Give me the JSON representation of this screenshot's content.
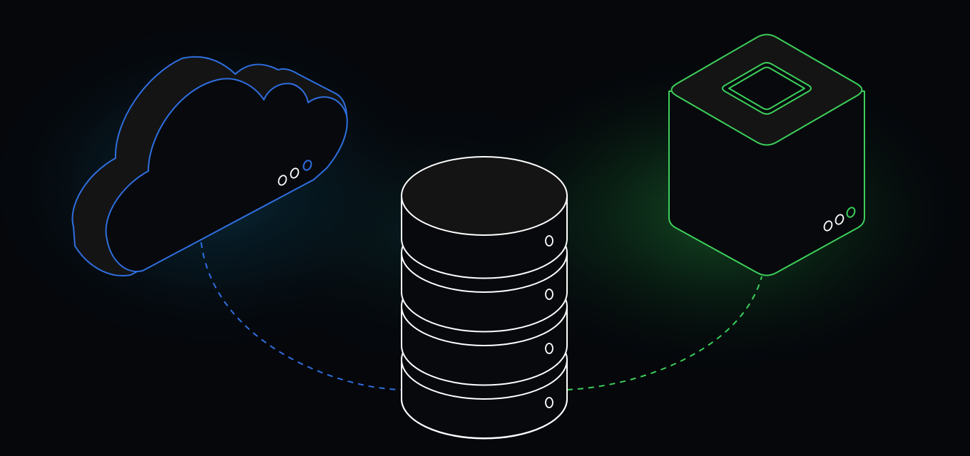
{
  "colors": {
    "background": "#05070b",
    "cloud_stroke": "#2f6fe0",
    "cube_stroke": "#3ccf5a",
    "database_stroke": "#ffffff",
    "face_fill_top": "#141414",
    "face_fill_side": "#07090d"
  },
  "icons": {
    "left_node": "cloud-icon",
    "center_node": "database-icon",
    "right_node": "server-box-icon"
  },
  "connections": [
    {
      "from": "cloud",
      "to": "database",
      "style": "dashed",
      "color": "#2f6fe0"
    },
    {
      "from": "database",
      "to": "server-box",
      "style": "dashed",
      "color": "#3ccf5a"
    }
  ]
}
